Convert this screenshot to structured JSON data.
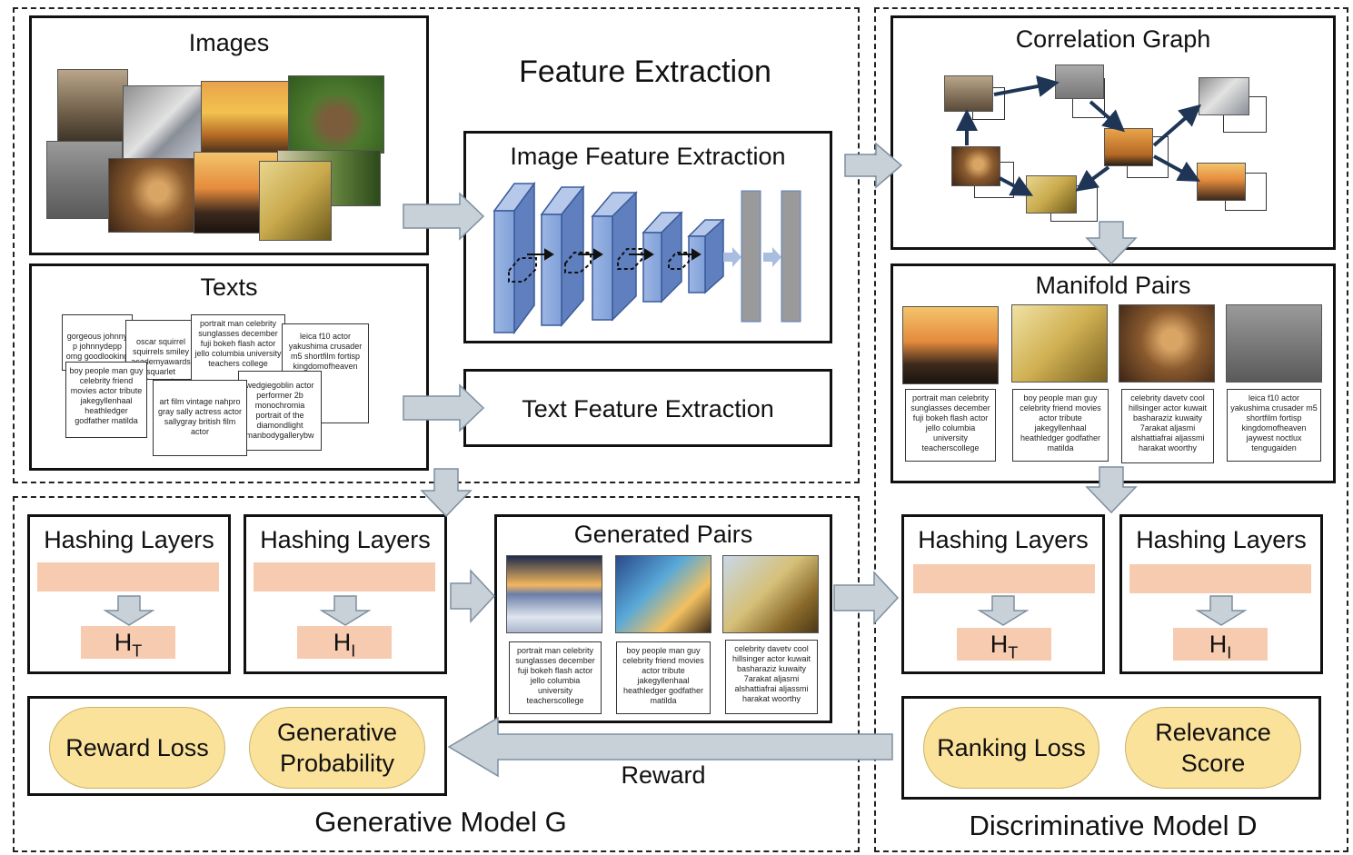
{
  "sections": {
    "feature_extraction": "Feature Extraction",
    "generative_model": "Generative Model G",
    "discriminative_model": "Discriminative Model D"
  },
  "images_box": {
    "title": "Images"
  },
  "texts_box": {
    "title": "Texts",
    "cards": [
      "gorgeous johnny p johnnydepp omg goodlooking",
      "oscar squirrel squirrels smiley academyawards squarlet tbawards",
      "portrait man celebrity sunglasses december fuji bokeh flash actor jello columbia university teachers college",
      "leica f10 actor yakushima crusader m5 shortfilm fortisp kingdomofheaven",
      "boy people man guy celebrity friend movies actor tribute jakegyllenhaal heathledger godfather matilda",
      "art film vintage nahpro gray sally actress actor sallygray british film actor",
      "wedgiegoblin actor performer 2b monochromia portrait of the diamondlight manbodygallerybw"
    ]
  },
  "image_feature": {
    "title": "Image Feature Extraction"
  },
  "text_feature": {
    "title": "Text Feature Extraction"
  },
  "correlation_graph": {
    "title": "Correlation Graph"
  },
  "manifold_pairs": {
    "title": "Manifold Pairs",
    "captions": [
      "portrait man celebrity sunglasses december fuji bokeh flash actor jello columbia university teacherscollege",
      "boy people man guy celebrity friend movies actor tribute jakegyllenhaal heathledger godfather matilda",
      "celebrity davetv cool hillsinger actor kuwait basharaziz kuwaity 7arakat aljasmi alshattiafrai aljassmi harakat woorthy",
      "leica f10 actor yakushima crusader m5 shortfilm fortisp kingdomofheaven jaywest noctlux tengugaiden"
    ]
  },
  "generated_pairs": {
    "title": "Generated Pairs",
    "captions": [
      "portrait man celebrity sunglasses december fuji bokeh flash actor jello columbia university teacherscollege",
      "boy people man guy celebrity friend movies actor tribute jakegyllenhaal heathledger godfather matilda",
      "celebrity davetv cool hillsinger actor kuwait basharaziz kuwaity 7arakat aljasmi alshattiafrai aljassmi harakat woorthy"
    ]
  },
  "hashing": {
    "label": "Hashing Layers",
    "code_text_main": "H",
    "code_text_sub": "T",
    "code_image_main": "H",
    "code_image_sub": "I"
  },
  "losses": {
    "reward_loss": "Reward Loss",
    "generative_probability": "Generative Probability",
    "ranking_loss": "Ranking Loss",
    "relevance_score": "Relevance Score"
  },
  "reward_label": "Reward",
  "colors": {
    "conv_blue": "#7fa0d8",
    "fc_gray": "#9a9a9a",
    "arrow_gray": "#c8d0d8",
    "peach": "#f7cbb0",
    "pill_yellow": "#fbe29a",
    "graph_arrow": "#1f3555"
  }
}
